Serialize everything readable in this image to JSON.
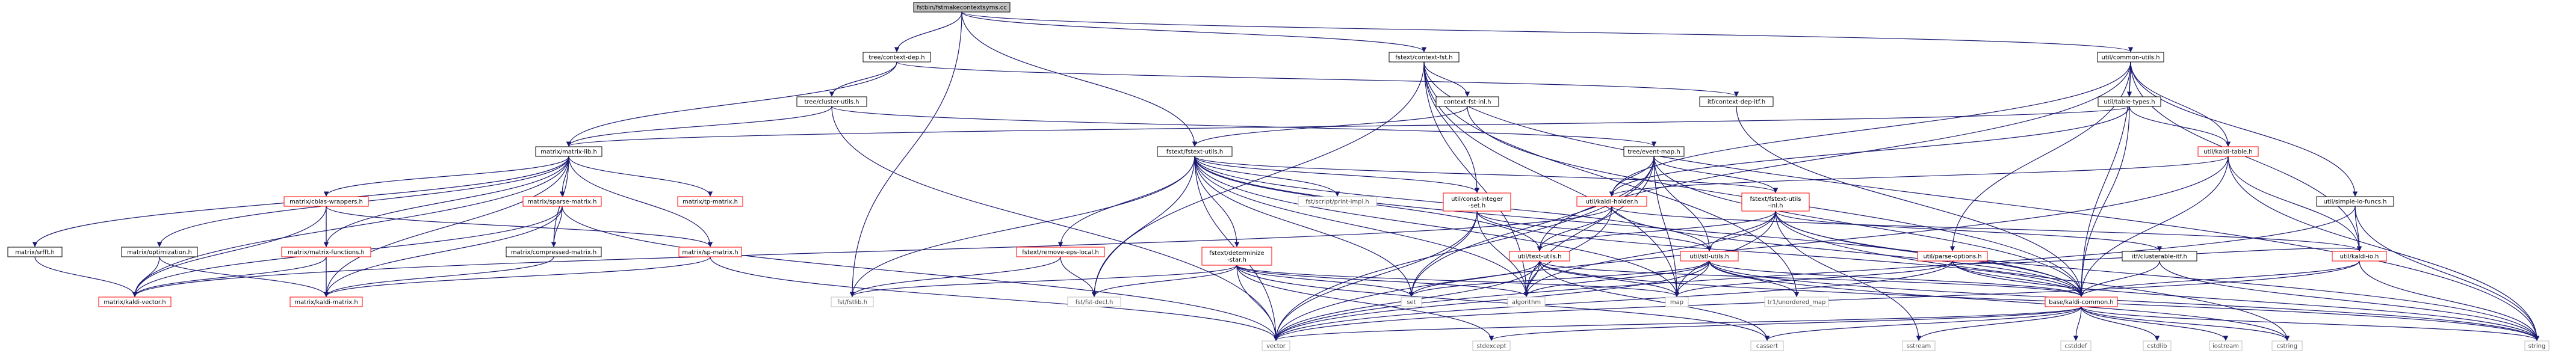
{
  "graph": {
    "root": "fstbin/fstmakecontextsyms.cc",
    "colors": {
      "edge": "#191970",
      "root_fill": "#bfbfbf",
      "root_stroke": "#000000",
      "node_stroke_documented": "#000000",
      "node_stroke_undocumented": "#ff0000",
      "node_stroke_system": "#bfbfbf",
      "label_dark": "#000000",
      "label_system": "#404040"
    },
    "nodes": [
      {
        "id": "root",
        "label": "fstbin/fstmakecontextsyms.cc",
        "kind": "root"
      },
      {
        "id": "tcd",
        "label": "tree/context-dep.h",
        "kind": "doc"
      },
      {
        "id": "fcf",
        "label": "fstext/context-fst.h",
        "kind": "doc"
      },
      {
        "id": "ucu",
        "label": "util/common-utils.h",
        "kind": "doc"
      },
      {
        "id": "tcu",
        "label": "tree/cluster-utils.h",
        "kind": "doc"
      },
      {
        "id": "cfi",
        "label": "context-fst-inl.h",
        "kind": "doc"
      },
      {
        "id": "cditf",
        "label": "itf/context-dep-itf.h",
        "kind": "doc"
      },
      {
        "id": "utt",
        "label": "util/table-types.h",
        "kind": "doc"
      },
      {
        "id": "mml",
        "label": "matrix/matrix-lib.h",
        "kind": "doc"
      },
      {
        "id": "ffu",
        "label": "fstext/fstext-utils.h",
        "kind": "doc"
      },
      {
        "id": "tem",
        "label": "tree/event-map.h",
        "kind": "doc"
      },
      {
        "id": "ukt",
        "label": "util/kaldi-table.h",
        "kind": "undoc"
      },
      {
        "id": "usi",
        "label": "util/simple-io-funcs.h",
        "kind": "doc"
      },
      {
        "id": "mbw",
        "label": "matrix/cblas-wrappers.h",
        "kind": "undoc"
      },
      {
        "id": "msm",
        "label": "matrix/sparse-matrix.h",
        "kind": "undoc"
      },
      {
        "id": "mtp",
        "label": "matrix/tp-matrix.h",
        "kind": "undoc"
      },
      {
        "id": "fpi",
        "label": "fst/script/print-impl.h",
        "kind": "sys"
      },
      {
        "id": "uci",
        "label": "util/const-integer\n-set.h",
        "kind": "undoc"
      },
      {
        "id": "ukh",
        "label": "util/kaldi-holder.h",
        "kind": "undoc"
      },
      {
        "id": "ffui",
        "label": "fstext/fstext-utils\n-inl.h",
        "kind": "undoc"
      },
      {
        "id": "mfft",
        "label": "matrix/srfft.h",
        "kind": "doc"
      },
      {
        "id": "mopt",
        "label": "matrix/optimization.h",
        "kind": "doc"
      },
      {
        "id": "mmf",
        "label": "matrix/matrix-functions.h",
        "kind": "undoc"
      },
      {
        "id": "mcm",
        "label": "matrix/compressed-matrix.h",
        "kind": "doc"
      },
      {
        "id": "msp",
        "label": "matrix/sp-matrix.h",
        "kind": "undoc"
      },
      {
        "id": "frel",
        "label": "fstext/remove-eps-local.h",
        "kind": "undoc"
      },
      {
        "id": "fdet",
        "label": "fstext/determinize\n-star.h",
        "kind": "undoc"
      },
      {
        "id": "utu",
        "label": "util/text-utils.h",
        "kind": "undoc"
      },
      {
        "id": "ustl",
        "label": "util/stl-utils.h",
        "kind": "undoc"
      },
      {
        "id": "upo",
        "label": "util/parse-options.h",
        "kind": "undoc"
      },
      {
        "id": "icl",
        "label": "itf/clusterable-itf.h",
        "kind": "doc"
      },
      {
        "id": "uki",
        "label": "util/kaldi-io.h",
        "kind": "undoc"
      },
      {
        "id": "mkv",
        "label": "matrix/kaldi-vector.h",
        "kind": "undoc"
      },
      {
        "id": "mkm",
        "label": "matrix/kaldi-matrix.h",
        "kind": "undoc"
      },
      {
        "id": "ffs",
        "label": "fst/fstlib.h",
        "kind": "sys"
      },
      {
        "id": "ffd",
        "label": "fst/fst-decl.h",
        "kind": "sys"
      },
      {
        "id": "sset",
        "label": "set",
        "kind": "sys"
      },
      {
        "id": "salg",
        "label": "algorithm",
        "kind": "sys"
      },
      {
        "id": "smap",
        "label": "map",
        "kind": "sys"
      },
      {
        "id": "sum",
        "label": "tr1/unordered_map",
        "kind": "sys"
      },
      {
        "id": "bkc",
        "label": "base/kaldi-common.h",
        "kind": "undoc"
      },
      {
        "id": "svec",
        "label": "vector",
        "kind": "sys"
      },
      {
        "id": "sstd",
        "label": "stdexcept",
        "kind": "sys"
      },
      {
        "id": "scas",
        "label": "cassert",
        "kind": "sys"
      },
      {
        "id": "ssst",
        "label": "sstream",
        "kind": "sys"
      },
      {
        "id": "scsd",
        "label": "cstddef",
        "kind": "sys"
      },
      {
        "id": "scsl",
        "label": "cstdlib",
        "kind": "sys"
      },
      {
        "id": "sios",
        "label": "iostream",
        "kind": "sys"
      },
      {
        "id": "scst",
        "label": "cstring",
        "kind": "sys"
      },
      {
        "id": "sstr",
        "label": "string",
        "kind": "sys"
      }
    ]
  }
}
